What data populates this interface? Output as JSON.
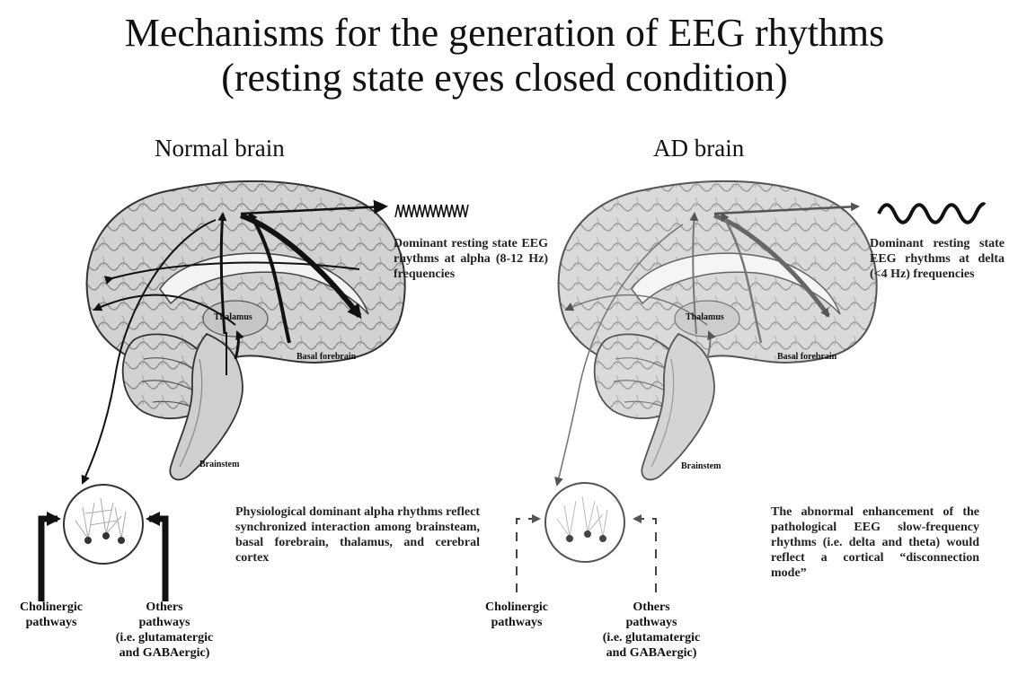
{
  "title_line1": "Mechanisms for the generation of EEG rhythms",
  "title_line2": "(resting state eyes closed condition)",
  "normal": {
    "panel_title": "Normal brain",
    "thalamus": "Thalamus",
    "basal_forebrain": "Basal forebrain",
    "brainstem": "Brainstem",
    "eeg_description": "Dominant resting state EEG rhythms at alpha (8-12 Hz) frequencies",
    "physiology_text": "Physiological dominant alpha rhythms reflect synchronized interaction among brainsteam, basal forebrain, thalamus, and cerebral cortex",
    "cholinergic": "Cholinergic pathways",
    "others_line1": "Others",
    "others_line2": "pathways",
    "others_line3": "(i.e. glutamatergic",
    "others_line4": "and GABAergic)"
  },
  "ad": {
    "panel_title": "AD brain",
    "thalamus": "Thalamus",
    "basal_forebrain": "Basal forebrain",
    "brainstem": "Brainstem",
    "eeg_description": "Dominant resting state EEG rhythms at delta (<4 Hz) frequencies",
    "disconnection_text": "The abnormal enhancement of the pathological EEG slow-frequency rhythms (i.e. delta and theta) would reflect a cortical “disconnection mode”",
    "cholinergic": "Cholinergic pathways",
    "others_line1": "Others",
    "others_line2": "pathways",
    "others_line3": "(i.e. glutamatergic",
    "others_line4": "and GABAergic)"
  }
}
